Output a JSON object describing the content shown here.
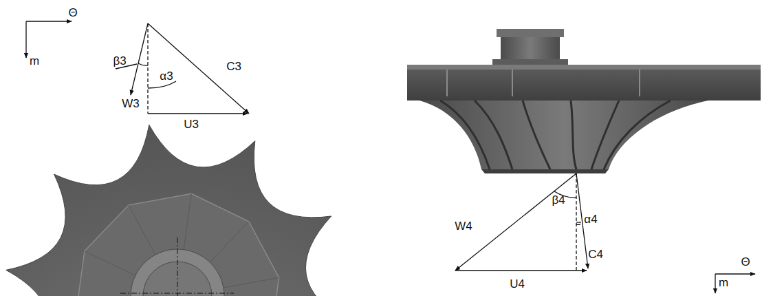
{
  "diagram": {
    "labels": [
      "Θ",
      "m",
      "β3",
      "α3",
      "W3",
      "C3",
      "U3",
      "β4",
      "α4",
      "W4",
      "C4",
      "U4",
      "Θ",
      "m"
    ]
  }
}
